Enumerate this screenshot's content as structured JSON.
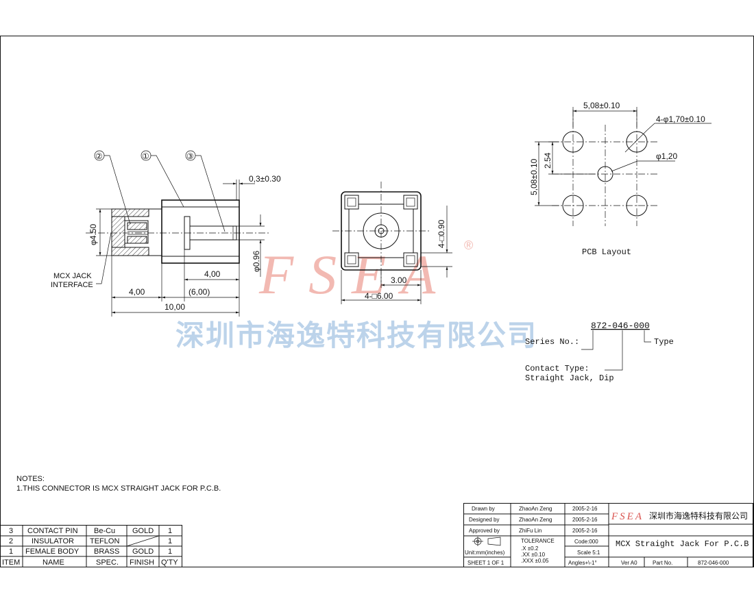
{
  "side_view": {
    "callout_1": "①",
    "callout_2": "②",
    "callout_3": "③",
    "dim_gap": "0,3±0.30",
    "dim_dia_450": "φ4.50",
    "dim_dia_096": "φ0.96",
    "dim_400_right": "4,00",
    "dim_600": "(6,00)",
    "dim_400_left": "4,00",
    "dim_1000": "10,00",
    "interface_line1": "MCX JACK",
    "interface_line2": "INTERFACE"
  },
  "front_view": {
    "dim_pin_square": "4-□0.90",
    "dim_300": "3.00",
    "dim_body_square": "4-□6.00"
  },
  "pcb_layout": {
    "title": "PCB Layout",
    "dim_pitch_h": "5,08±0.10",
    "dim_holes": "4-φ1,70±0.10",
    "dim_center_hole": "φ1,20",
    "dim_254": "2.54",
    "dim_pitch_v": "5,08±0.10"
  },
  "watermark": {
    "logo": "FSEA",
    "registered": "®",
    "company": "深圳市海逸特科技有限公司"
  },
  "part_number_breakdown": {
    "part_no": "872-046-000",
    "series_label": "Series No.:",
    "type_label": "Type",
    "contact_type_label": "Contact Type:",
    "contact_type_value": "Straight Jack, Dip"
  },
  "notes": {
    "heading": "NOTES:",
    "line1": "1.THIS CONNECTOR IS MCX STRAIGHT JACK FOR P.C.B."
  },
  "bom": {
    "rows": [
      {
        "item": "3",
        "name": "CONTACT PIN",
        "spec": "Be-Cu",
        "finish": "GOLD",
        "qty": "1"
      },
      {
        "item": "2",
        "name": "INSULATOR",
        "spec": "TEFLON",
        "finish": "",
        "qty": "1"
      },
      {
        "item": "1",
        "name": "FEMALE BODY",
        "spec": "BRASS",
        "finish": "GOLD",
        "qty": "1"
      }
    ],
    "header": {
      "item": "ITEM",
      "name": "NAME",
      "spec": "SPEC.",
      "finish": "FINISH",
      "qty": "Q'TY"
    }
  },
  "title_block": {
    "drawn_label": "Drawn   by",
    "drawn_name": "ZhaoAn Zeng",
    "drawn_date": "2005-2-16",
    "designed_label": "Designed  by",
    "designed_name": "ZhaoAn Zeng",
    "designed_date": "2005-2-16",
    "approved_label": "Approved  by",
    "approved_name": "ZhiFu Lin",
    "approved_date": "2005-2-16",
    "tolerance_label": "TOLERANCE",
    "tol_x": ".X       ±0.2",
    "tol_xx": ".XX     ±0.10",
    "tol_xxx": ".XXX   ±0.05",
    "units": "Unit:mm(inches)",
    "sheet": "SHEET  1  OF  1",
    "code": "Code:000",
    "scale": "Scale  5:1",
    "angles": "Angles+\\-1°",
    "logo": "FSEA",
    "company": "深圳市海逸特科技有限公司",
    "title": "MCX Straight Jack For P.C.B",
    "version": "Ver A0",
    "part_label": "Part  No.",
    "part_no": "872-046-000"
  }
}
